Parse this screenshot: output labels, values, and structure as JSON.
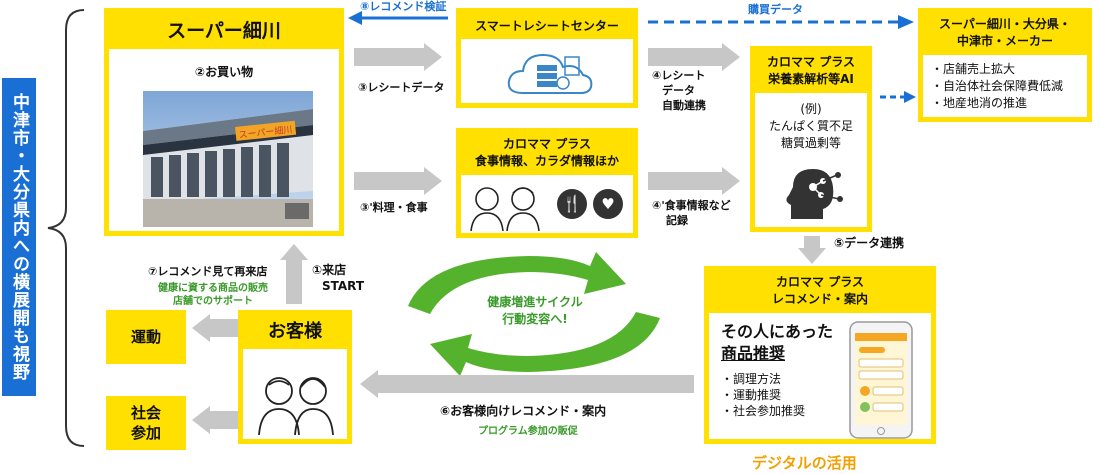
{
  "side_title": "中津市・大分県内への横展開も視野",
  "super": {
    "title": "スーパー細川",
    "step": "②お買い物",
    "sign_text": "スーパー細川"
  },
  "arrow_labels": {
    "verify": "⑧レコメンド検証",
    "purchase_data": "購買データ",
    "receipt_data": "③レシートデータ",
    "cooking": "③'料理・食事",
    "auto_link": [
      "④レシート",
      "データ",
      "自動連携"
    ],
    "meal_record": [
      "④'食事情報など",
      "記録"
    ],
    "data_link": "⑤データ連携",
    "revisit": "⑦レコメンド見て再来店",
    "revisit_sub": [
      "健康に資する商品の販売",
      "店舗でのサポート"
    ],
    "visit": [
      "①来店",
      "START"
    ],
    "recommend_customer": "⑥お客様向けレコメンド・案内",
    "recommend_sub": "プログラム参加の販促"
  },
  "smart_receipt": {
    "title": "スマートレシートセンター"
  },
  "calomama_meal": {
    "title": [
      "カロママ プラス",
      "食事情報、カラダ情報ほか"
    ]
  },
  "calomama_ai": {
    "title": [
      "カロママ プラス",
      "栄養素解析等AI"
    ],
    "example": "(例)",
    "items": [
      "たんぱく質不足",
      "糖質過剰等"
    ]
  },
  "stakeholders": {
    "title": [
      "スーパー細川・大分県・",
      "中津市・メーカー"
    ],
    "items": [
      "・店舗売上拡大",
      "・自治体社会保障費低減",
      "・地産地消の推進"
    ]
  },
  "calomama_rec": {
    "title": [
      "カロママ プラス",
      "レコメンド・案内"
    ],
    "headline": [
      "その人にあった",
      "商品推奨"
    ],
    "items": [
      "・調理方法",
      "・運動推奨",
      "・社会参加推奨"
    ]
  },
  "digital": "デジタルの活用",
  "cycle": [
    "健康増進サイクル",
    "行動変容へ!"
  ],
  "customer": {
    "title": "お客様"
  },
  "exercise": "運動",
  "social": [
    "社会",
    "参加"
  ],
  "colors": {
    "yellow": "#ffe000",
    "blue": "#1a6fd4",
    "green": "#3a9a2a",
    "gray_arrow": "#c7c7c7",
    "orange": "#f0a000"
  }
}
